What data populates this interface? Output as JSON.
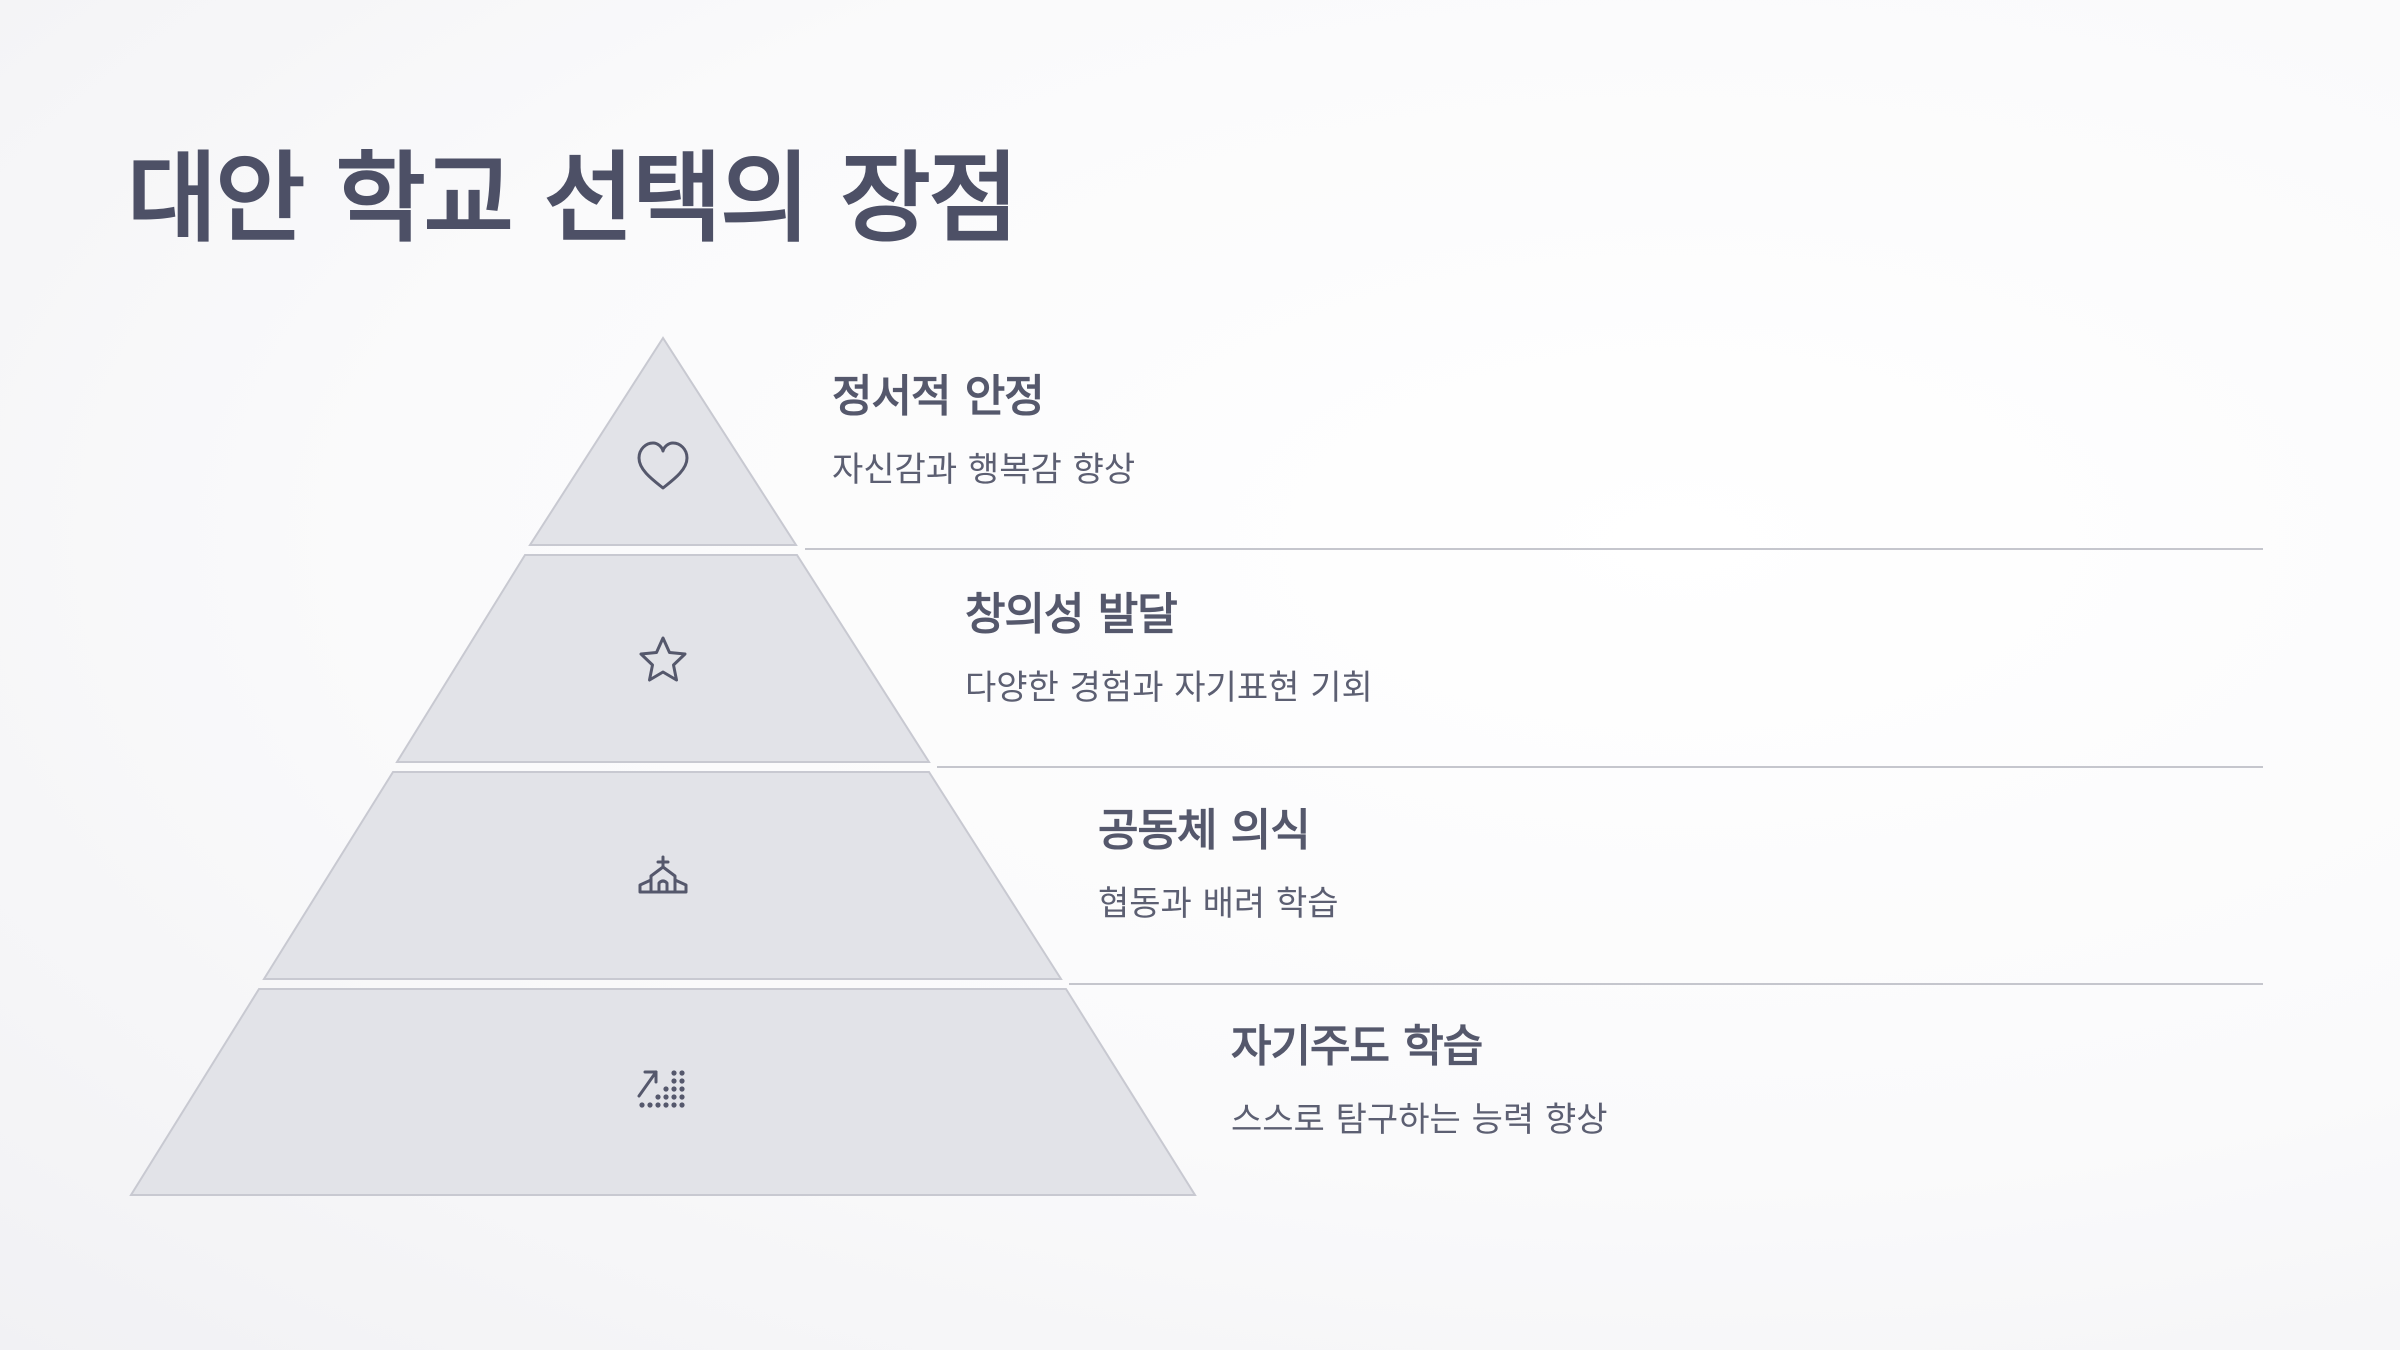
{
  "title": "대안 학교 선택의 장점",
  "tiers": [
    {
      "heading": "정서적 안정",
      "description": "자신감과 행복감 향상",
      "icon": "heart-icon"
    },
    {
      "heading": "창의성 발달",
      "description": "다양한 경험과 자기표현 기회",
      "icon": "star-icon"
    },
    {
      "heading": "공동체 의식",
      "description": "협동과 배려 학습",
      "icon": "community-building-icon"
    },
    {
      "heading": "자기주도 학습",
      "description": "스스로 탐구하는 능력 향상",
      "icon": "growth-chart-icon"
    }
  ],
  "colors": {
    "title": "#4d5066",
    "tier_fill": "#e2e3e8",
    "tier_stroke": "#c8c9d1",
    "text": "#55586c"
  }
}
